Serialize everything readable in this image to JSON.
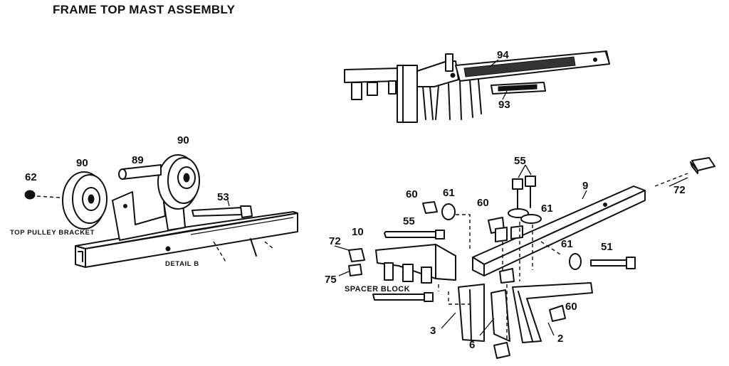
{
  "title": "FRAME TOP MAST ASSEMBLY",
  "captions": {
    "top_pulley_bracket": "TOP PULLEY BRACKET",
    "detail_b": "DETAIL B",
    "spacer_block": "SPACER BLOCK"
  },
  "parts": {
    "p94": "94",
    "p93": "93",
    "p90a": "90",
    "p90b": "90",
    "p89": "89",
    "p62": "62",
    "p53": "53",
    "p55a": "55",
    "p9": "9",
    "p72a": "72",
    "p60a": "60",
    "p61a": "61",
    "p60b": "60",
    "p61b": "61",
    "p55b": "55",
    "p10": "10",
    "p72b": "72",
    "p61c": "61",
    "p51": "51",
    "p75": "75",
    "p3": "3",
    "p6": "6",
    "p2": "2",
    "p60c": "60"
  }
}
